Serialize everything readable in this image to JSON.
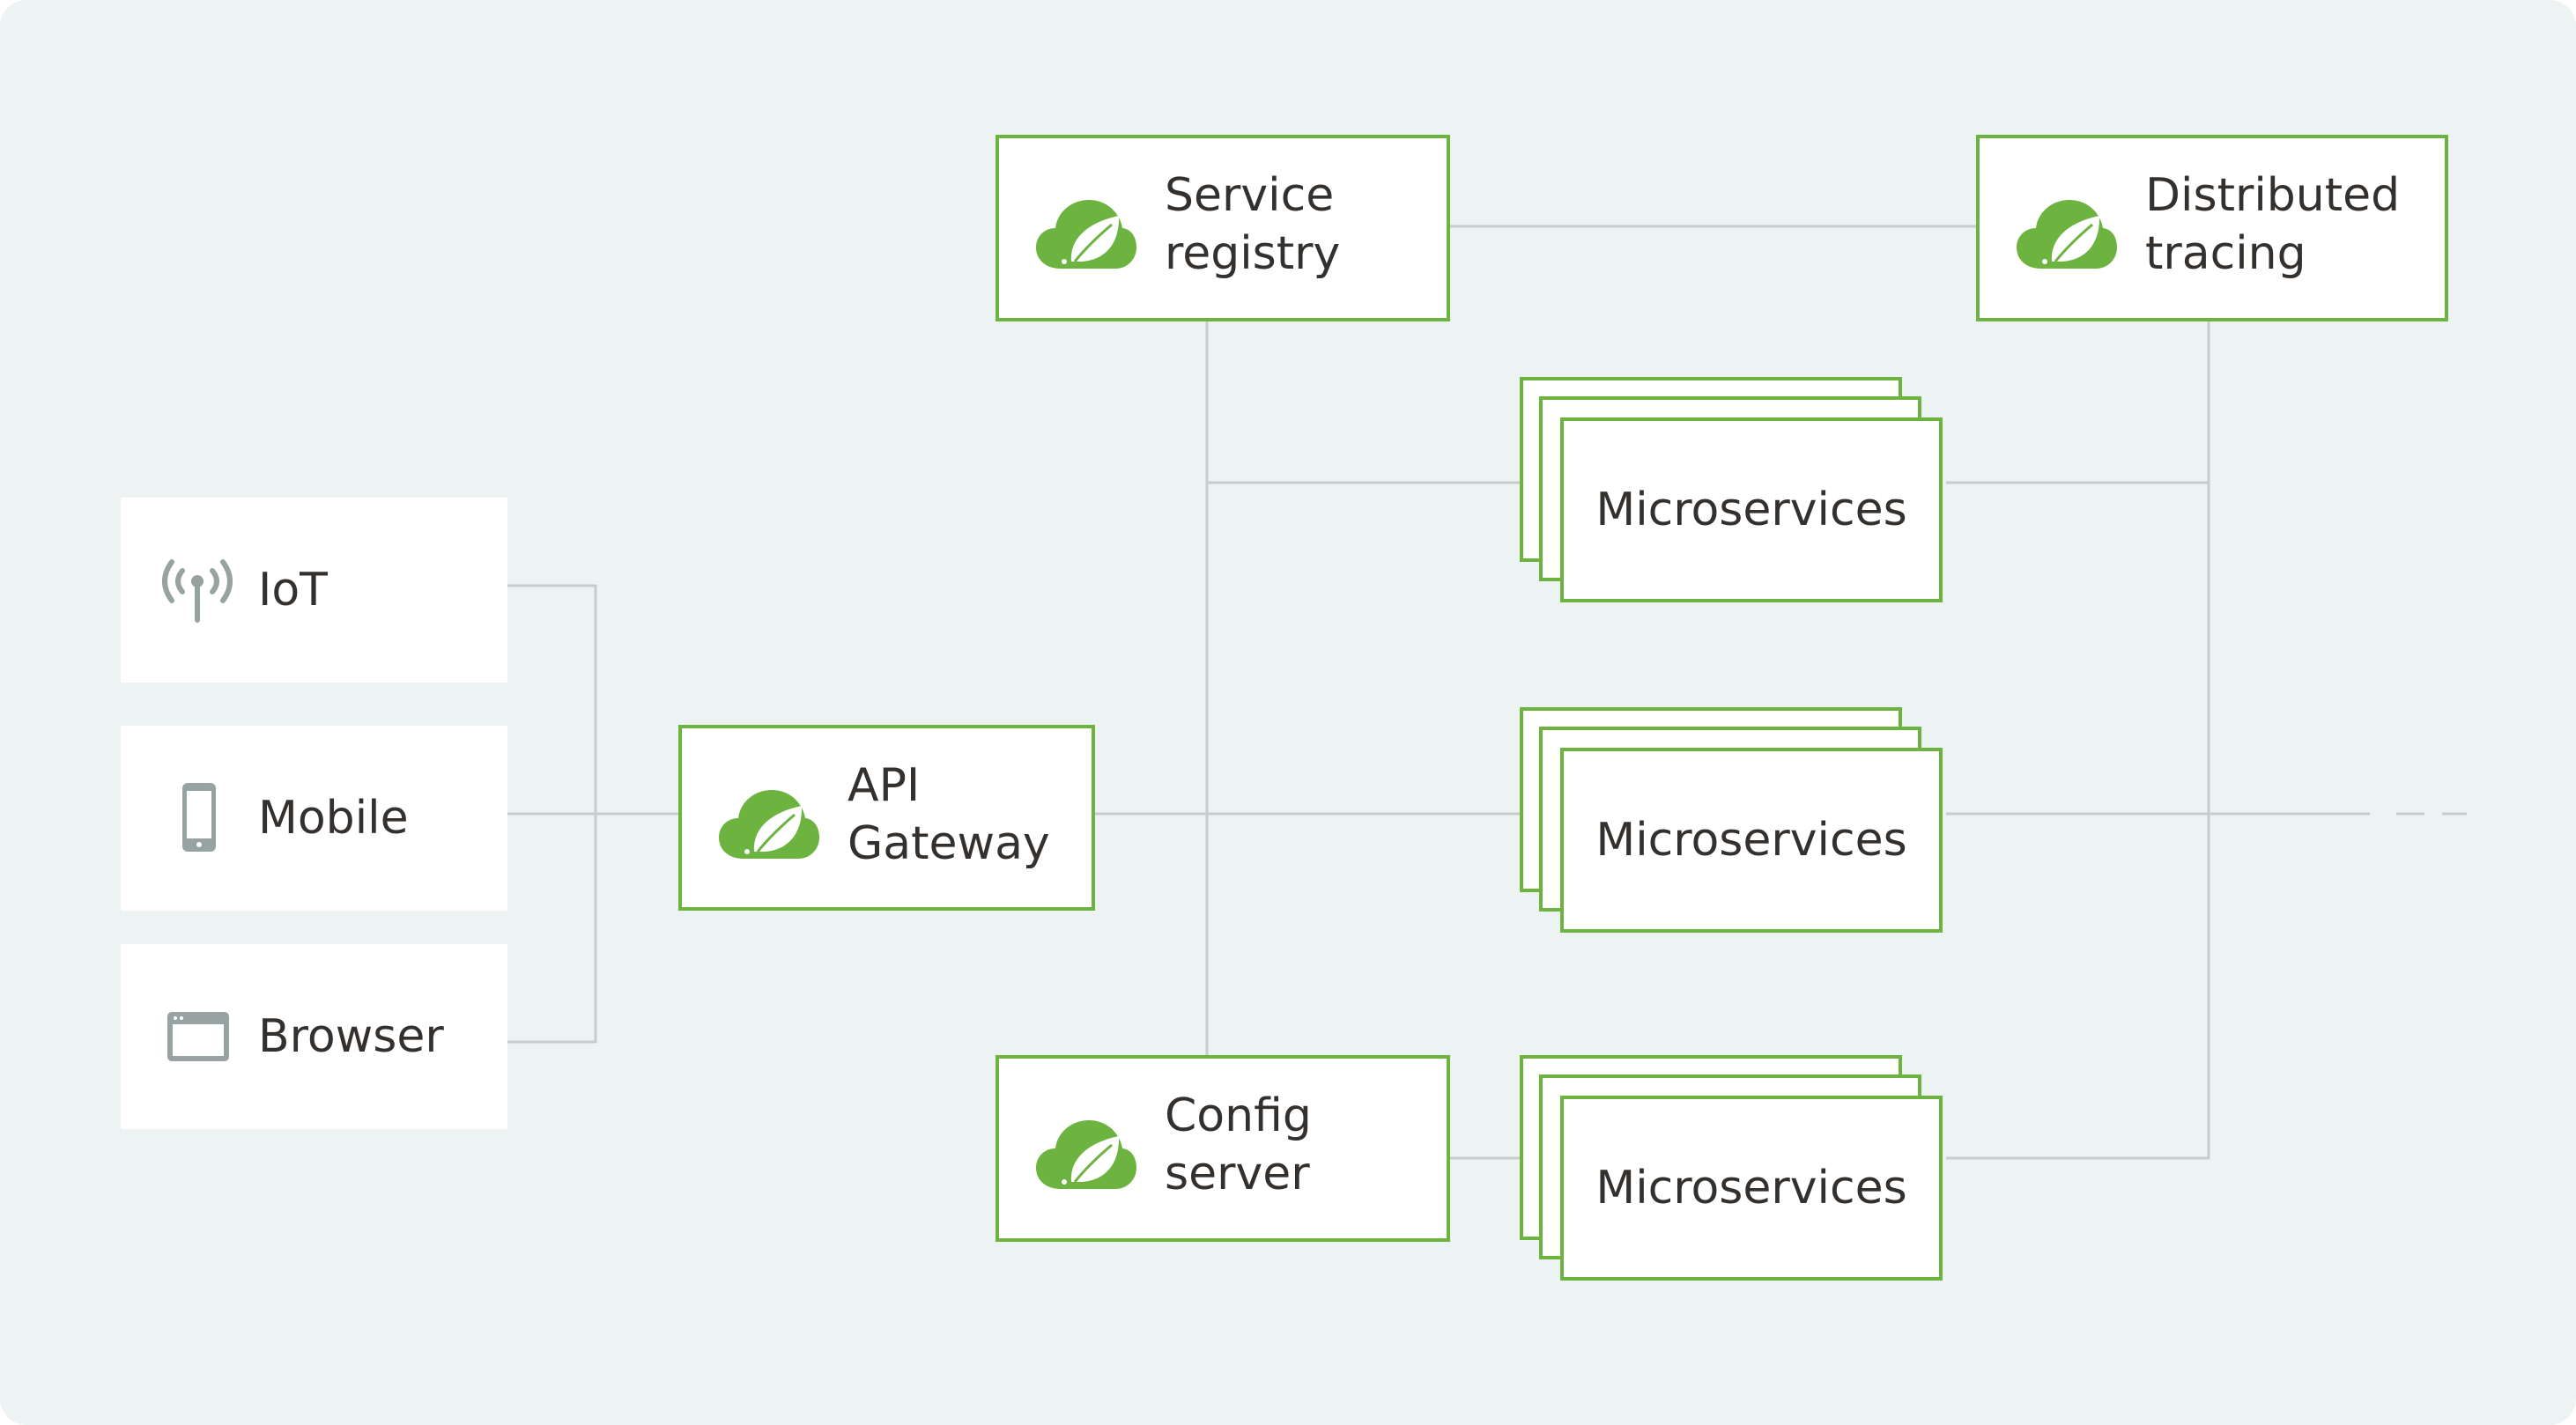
{
  "clients": [
    {
      "id": "iot",
      "label": "IoT",
      "icon": "antenna-icon"
    },
    {
      "id": "mobile",
      "label": "Mobile",
      "icon": "mobile-phone-icon"
    },
    {
      "id": "browser",
      "label": "Browser",
      "icon": "browser-window-icon"
    }
  ],
  "services": {
    "api_gateway": {
      "line1": "API",
      "line2": "Gateway",
      "icon": "spring-cloud-icon"
    },
    "service_registry": {
      "line1": "Service",
      "line2": "registry",
      "icon": "spring-cloud-icon"
    },
    "config_server": {
      "line1": "Config",
      "line2": "server",
      "icon": "spring-cloud-icon"
    },
    "distributed_tracing": {
      "line1": "Distributed",
      "line2": "tracing",
      "icon": "spring-cloud-icon"
    }
  },
  "microservices": [
    {
      "label": "Microservices"
    },
    {
      "label": "Microservices"
    },
    {
      "label": "Microservices"
    }
  ],
  "colors": {
    "background": "#edf3f3",
    "accent_green": "#6db33f",
    "connector_gray": "#c7cccc",
    "icon_gray": "#97a3a3",
    "text": "#34302d"
  }
}
